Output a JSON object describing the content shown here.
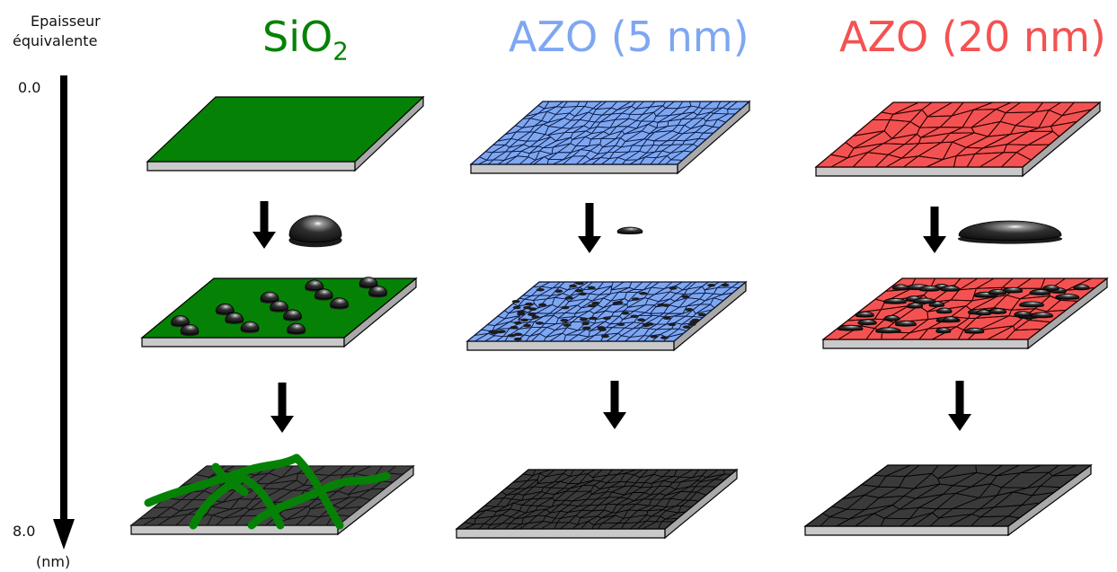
{
  "axis": {
    "label_line1": "Epaisseur",
    "label_line2": "équivalente",
    "start_value": "0.0",
    "end_value": "8.0",
    "unit": "(nm)"
  },
  "columns": [
    {
      "title": "SiO",
      "title_sub": "2",
      "color": "#058205",
      "droplet_size": "medium"
    },
    {
      "title": "AZO (5 nm)",
      "color": "#7ea7f2",
      "droplet_size": "small"
    },
    {
      "title": "AZO (20 nm)",
      "color": "#f45252",
      "droplet_size": "large"
    }
  ],
  "colors": {
    "substrate_side": "#c9c9c9",
    "deposit": "#3a3a3a",
    "grain_boundary": "#000000",
    "arrow": "#000000"
  }
}
